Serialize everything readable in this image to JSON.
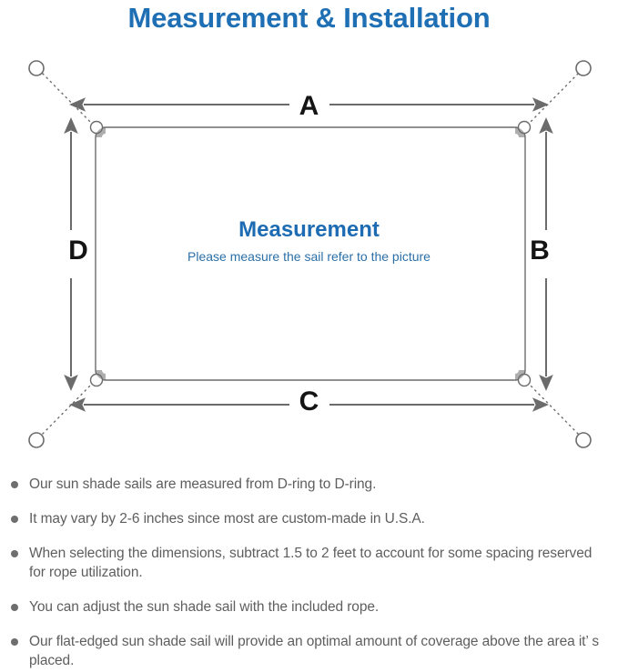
{
  "header": {
    "title": "Measurement & Installation",
    "title_color": "#1f6fb5"
  },
  "diagram": {
    "name": "sun-shade-sail-measurement-diagram",
    "center_title": "Measurement",
    "center_subtitle": "Please measure the sail refer to the picture",
    "center_title_color": "#1d6cb3",
    "center_subtitle_color": "#2b6fa8",
    "line_color": "#6b6b6b",
    "dimension_labels": {
      "top": "A",
      "right": "B",
      "bottom": "C",
      "left": "D"
    },
    "anchor_points": [
      {
        "name": "anchor-top-left"
      },
      {
        "name": "anchor-top-right"
      },
      {
        "name": "anchor-bottom-left"
      },
      {
        "name": "anchor-bottom-right"
      }
    ],
    "d_rings": [
      {
        "name": "d-ring-top-left"
      },
      {
        "name": "d-ring-top-right"
      },
      {
        "name": "d-ring-bottom-left"
      },
      {
        "name": "d-ring-bottom-right"
      }
    ]
  },
  "notes": {
    "bullet_color": "#6e6e6e",
    "text_color": "#5e5e5e",
    "items": [
      "Our sun shade sails are measured from D-ring to D-ring.",
      "It may vary by 2-6 inches since most are custom-made in U.S.A.",
      "When selecting the dimensions, subtract 1.5 to 2 feet to account for some spacing reserved for rope utilization.",
      "You can adjust the sun shade sail with the included rope.",
      "Our flat-edged sun shade sail will provide an optimal amount of coverage above the area it’ s placed."
    ]
  }
}
